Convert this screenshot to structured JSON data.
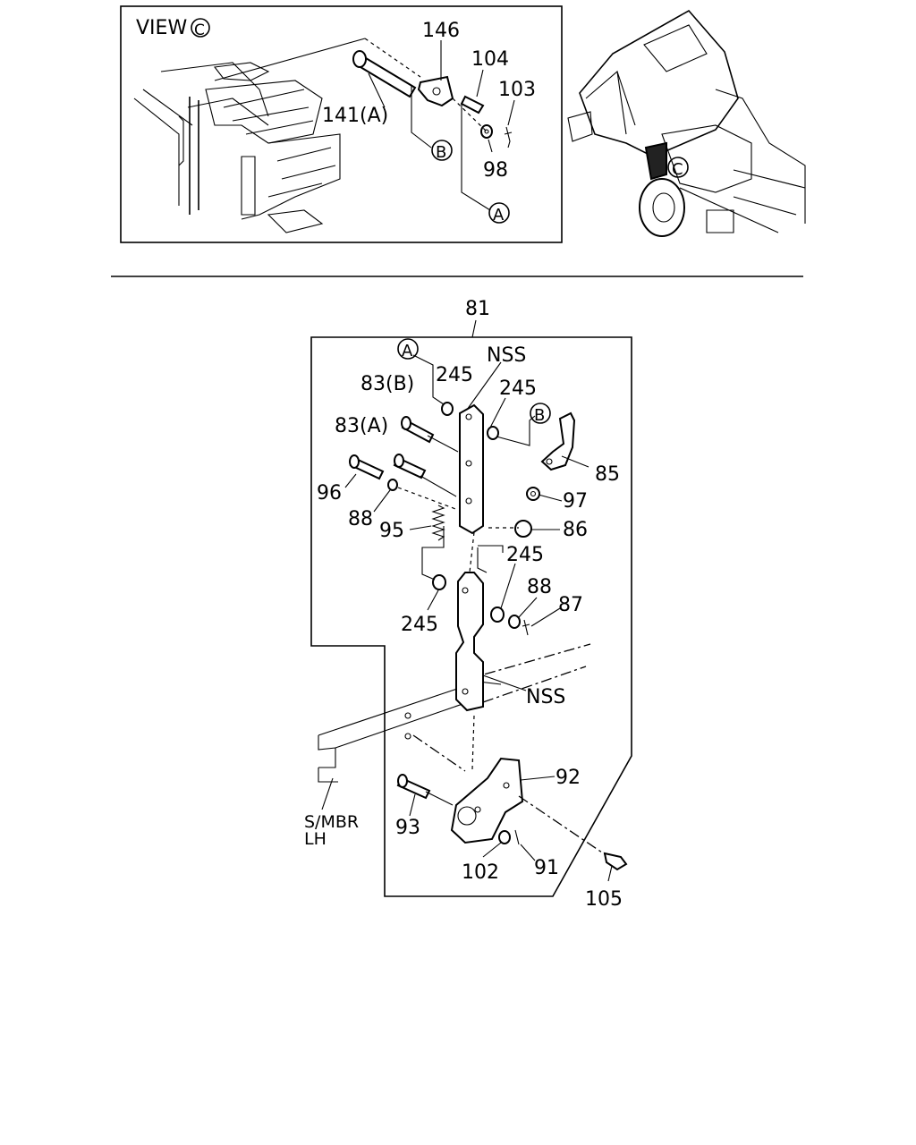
{
  "inset_view": {
    "view_label": "VIEW",
    "view_marker": "C",
    "callouts": {
      "c146": "146",
      "c104": "104",
      "c103": "103",
      "c141a": "141(A)",
      "c98": "98"
    },
    "ref_markers": {
      "b": "B",
      "a": "A"
    }
  },
  "truck_view": {
    "view_marker": "C"
  },
  "main_diagram": {
    "assembly_number": "81",
    "callouts": {
      "nss_top": "NSS",
      "p245_a": "245",
      "p245_b": "245",
      "p83b": "83(B)",
      "p83a": "83(A)",
      "p85": "85",
      "p96": "96",
      "p97": "97",
      "p88_a": "88",
      "p95": "95",
      "p86": "86",
      "p245_c": "245",
      "p88_b": "88",
      "p87": "87",
      "p245_d": "245",
      "nss_bottom": "NSS",
      "p92": "92",
      "smbr_line1": "S/MBR",
      "smbr_line2": "LH",
      "p93": "93",
      "p102": "102",
      "p91": "91",
      "p105": "105"
    },
    "ref_markers": {
      "a": "A",
      "b": "B"
    }
  }
}
